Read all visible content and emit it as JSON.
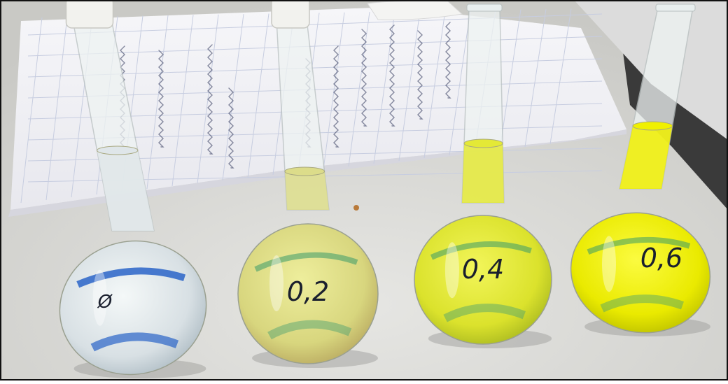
{
  "flasks": [
    {
      "label": "Ø",
      "fill": "#dfe6e9"
    },
    {
      "label": "0,2",
      "fill": "#dcdc8a"
    },
    {
      "label": "0,4",
      "fill": "#e4e936"
    },
    {
      "label": "0,6",
      "fill": "#f0f000"
    }
  ],
  "colors": {
    "bench": "#d9d9d6",
    "paper": "#f3f3f6",
    "ink": "#202a4a",
    "blue_tape": "#2a64c8",
    "glass": "#eef3f2"
  }
}
